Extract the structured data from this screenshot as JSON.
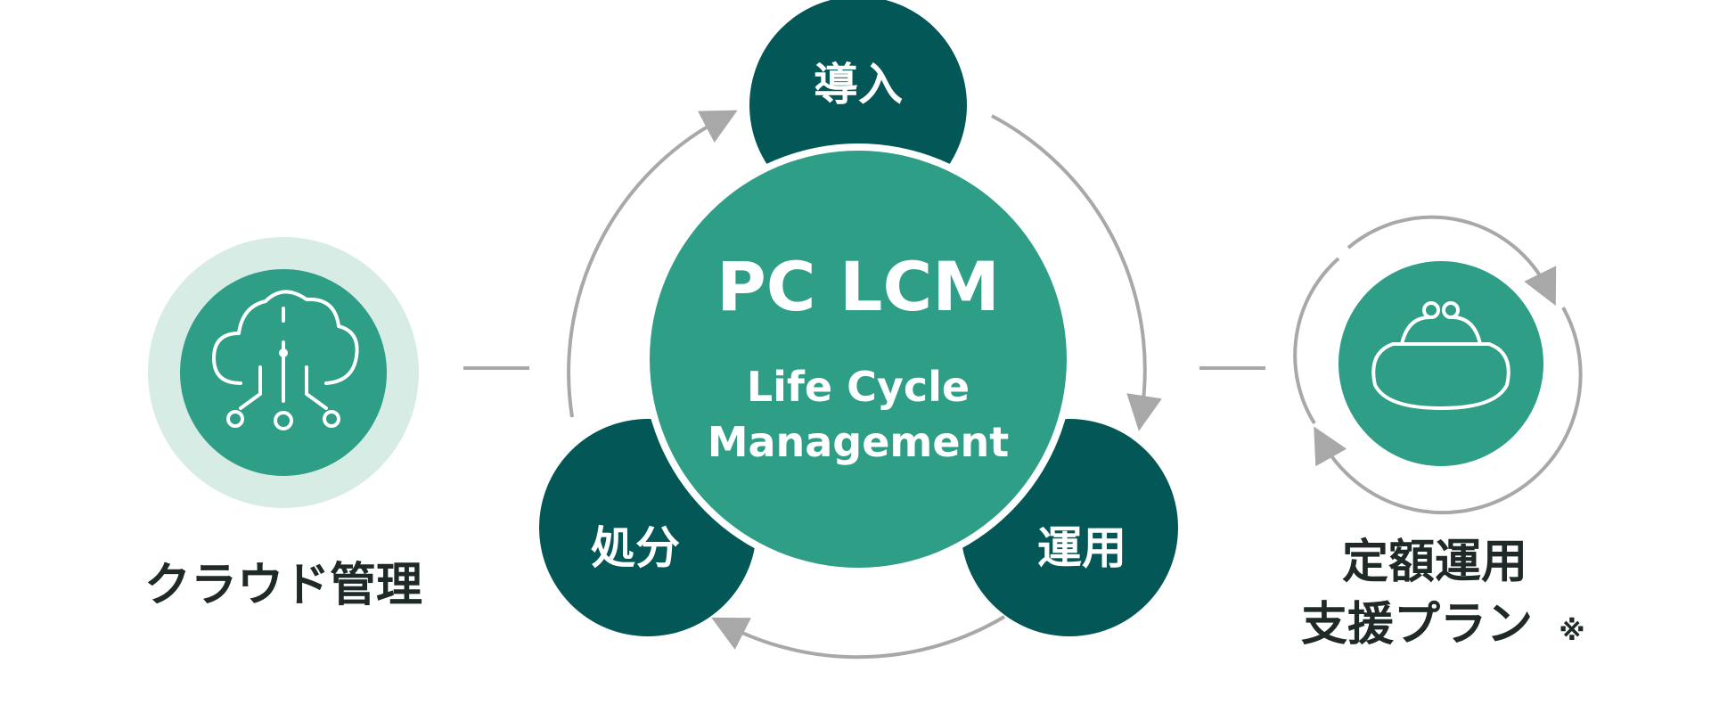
{
  "center": {
    "title": "PC LCM",
    "subtitle_line1": "Life Cycle",
    "subtitle_line2": "Management"
  },
  "phases": {
    "introduction": "導入",
    "operation": "運用",
    "disposal": "処分"
  },
  "left_feature": {
    "label": "クラウド管理",
    "icon": "cloud-network-icon"
  },
  "right_feature": {
    "label_line1": "定額運用",
    "label_line2": "支援プラン",
    "note_mark": "※",
    "icon": "coin-purse-icon"
  },
  "colors": {
    "center_green": "#2e9e86",
    "dark_teal": "#035756",
    "light_green": "#d6ece5",
    "arrow_gray": "#a8a8a8",
    "text_dark": "#1f2a28",
    "white": "#ffffff"
  }
}
